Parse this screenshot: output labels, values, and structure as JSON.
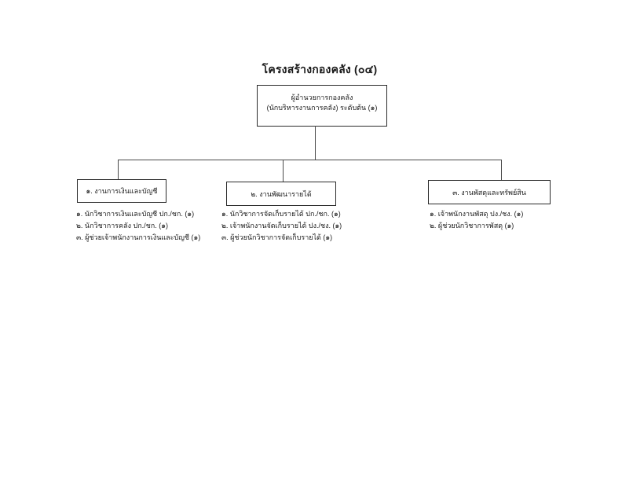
{
  "page": {
    "title": "โครงสร้างกองคลัง (๐๔)"
  },
  "org_chart": {
    "root": {
      "title": "ผู้อำนวยการกองคลัง",
      "subtitle": "(นักบริหารงานการคลัง) ระดับต้น (๑)"
    },
    "sections": [
      {
        "label": "๑. งานการเงินและบัญชี",
        "positions": [
          "๑. นักวิชาการเงินและบัญชี ปก./ชก. (๑)",
          "๒. นักวิชาการคลัง ปก./ชก. (๑)",
          "๓. ผู้ช่วยเจ้าพนักงานการเงินและบัญชี (๑)"
        ]
      },
      {
        "label": "๒. งานพัฒนารายได้",
        "positions": [
          "๑. นักวิชาการจัดเก็บรายได้ ปก./ชก. (๑)",
          "๒. เจ้าพนักงานจัดเก็บรายได้ ปง./ชง. (๑)",
          "๓. ผู้ช่วยนักวิชาการจัดเก็บรายได้ (๑)"
        ]
      },
      {
        "label": "๓. งานพัสดุและทรัพย์สิน",
        "positions": [
          "๑. เจ้าพนักงานพัสดุ ปง./ชง. (๑)",
          "๒. ผู้ช่วยนักวิชาการพัสดุ (๑)"
        ]
      }
    ],
    "colors": {
      "background": "#ffffff",
      "box_border": "#2b2b2b",
      "connector_line": "#4a4a4a",
      "text": "#1a1a1a"
    }
  }
}
